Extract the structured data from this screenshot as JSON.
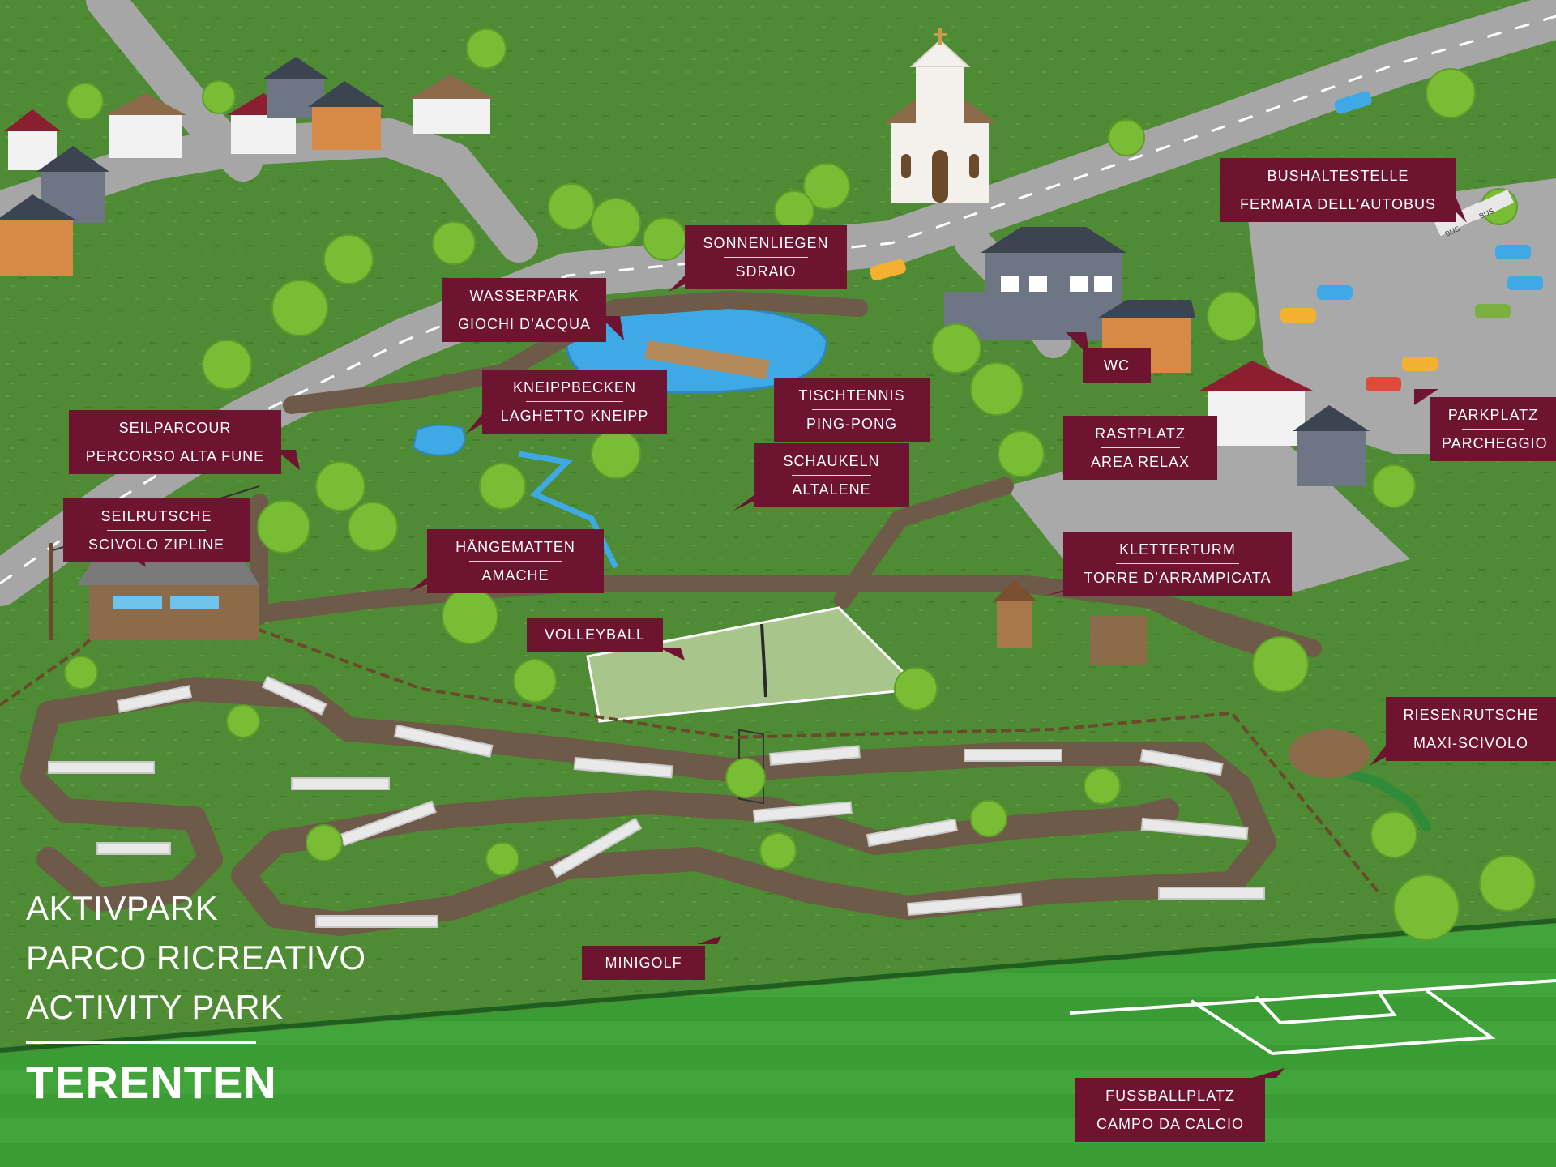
{
  "map": {
    "title_lines": [
      "AKTIVPARK",
      "PARCO RICREATIVO",
      "ACTIVITY PARK"
    ],
    "place_name": "TERENTEN",
    "labels": {
      "bushaltestelle": {
        "de": "BUSHALTESTELLE",
        "it": "FERMATA DELL’AUTOBUS"
      },
      "sonnenliegen": {
        "de": "SONNENLIEGEN",
        "it": "SDRAIO"
      },
      "wasserpark": {
        "de": "WASSERPARK",
        "it": "GIOCHI D’ACQUA"
      },
      "kneippbecken": {
        "de": "KNEIPPBECKEN",
        "it": "LAGHETTO KNEIPP"
      },
      "tischtennis": {
        "de": "TISCHTENNIS",
        "it": "PING-PONG"
      },
      "wc": {
        "de": "WC"
      },
      "parkplatz": {
        "de": "PARKPLATZ",
        "it": "PARCHEGGIO"
      },
      "rastplatz": {
        "de": "RASTPLATZ",
        "it": "AREA RELAX"
      },
      "seilparcour": {
        "de": "SEILPARCOUR",
        "it": "PERCORSO ALTA FUNE"
      },
      "schaukeln": {
        "de": "SCHAUKELN",
        "it": "ALTALENE"
      },
      "seilrutsche": {
        "de": "SEILRUTSCHE",
        "it": "SCIVOLO ZIPLINE"
      },
      "haengematten": {
        "de": "HÄNGEMATTEN",
        "it": "AMACHE"
      },
      "kletterturm": {
        "de": "KLETTERTURM",
        "it": "TORRE D’ARRAMPICATA"
      },
      "volleyball": {
        "de": "VOLLEYBALL"
      },
      "riesenrutsche": {
        "de": "RIESENRUTSCHE",
        "it": "MAXI-SCIVOLO"
      },
      "minigolf": {
        "de": "MINIGOLF"
      },
      "fussballplatz": {
        "de": "FUSSBALLPLATZ",
        "it": "CAMPO DA CALCIO"
      }
    },
    "signs": {
      "bus1": "BUS",
      "bus2": "BUS"
    },
    "colors": {
      "label_bg": "#6e1431",
      "grass": "#4f8a34",
      "path": "#6e5a48",
      "road": "#a9a9a9",
      "water": "#3ea9e4",
      "football_field": "#3a9a34"
    }
  }
}
